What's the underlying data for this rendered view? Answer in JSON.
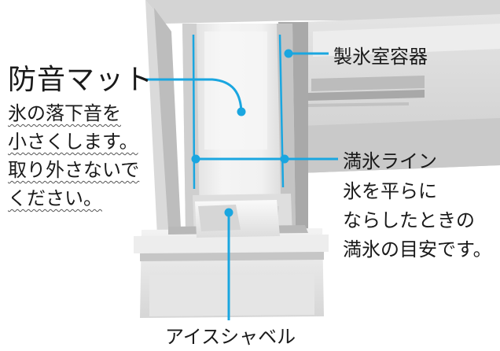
{
  "colors": {
    "leader": "#1aa6e0",
    "text": "#1a1a1a",
    "photo_light": "#eceaea",
    "photo_mid": "#cfcfcf",
    "photo_dark": "#8a8a8a"
  },
  "labels": {
    "mat_title": "防音マット",
    "mat_note": [
      "氷の落下音を",
      "小さくします。",
      "取り外さないで",
      "ください。"
    ],
    "container": "製氷室容器",
    "full_line_title": "満氷ライン",
    "full_line_note": [
      "氷を平らに",
      "ならしたときの",
      "満氷の目安です。"
    ],
    "shovel": "アイスシャベル"
  }
}
